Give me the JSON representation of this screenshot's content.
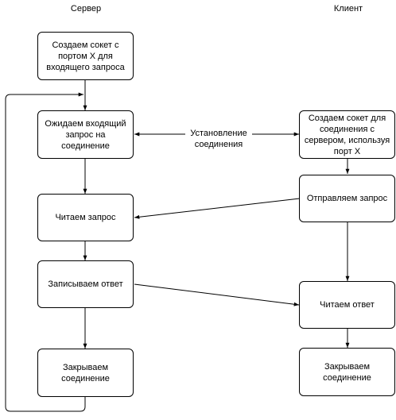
{
  "columns": {
    "server": "Сервер",
    "client": "Клиент"
  },
  "server_nodes": {
    "create_socket": "Создаем сокет с\nпортом X для\nвходящего запроса",
    "wait_request": "Ожидаем входящий\nзапрос на\nсоединение",
    "read_request": "Читаем запрос",
    "write_response": "Записываем ответ",
    "close_connection": "Закрываем\nсоединение"
  },
  "client_nodes": {
    "create_socket": "Создаем сокет для\nсоединения с\nсервером, используя\nпорт X",
    "send_request": "Отправляем запрос",
    "read_response": "Читаем ответ",
    "close_connection": "Закрываем\nсоединение"
  },
  "edge_labels": {
    "handshake": "Установление\nсоединения"
  },
  "colors": {
    "stroke": "#000000",
    "background": "#ffffff"
  }
}
